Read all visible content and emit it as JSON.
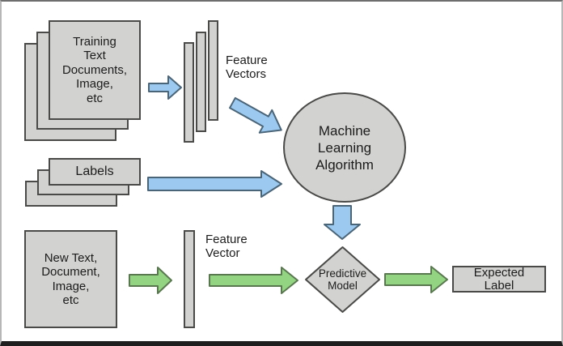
{
  "palette": {
    "background": "#ffffff",
    "shape_fill": "#d2d2d0",
    "shape_border": "#4a4a48",
    "blue_arrow_fill": "#9bc9ef",
    "blue_arrow_border": "#4a6478",
    "green_arrow_fill": "#92d481",
    "green_arrow_border": "#5a7850",
    "text": "#1c1c1c"
  },
  "nodes": {
    "training_documents": {
      "shape": "stacked-rectangles",
      "label": "Training\nText\nDocuments,\nImage,\netc"
    },
    "feature_vectors": {
      "shape": "stacked-bars",
      "label": "Feature\nVectors"
    },
    "machine_learning_algorithm": {
      "shape": "circle",
      "label": "Machine\nLearning\nAlgorithm"
    },
    "labels": {
      "shape": "stacked-rectangles",
      "label": "Labels"
    },
    "new_documents": {
      "shape": "rectangle",
      "label": "New Text,\nDocument,\nImage,\netc"
    },
    "feature_vector": {
      "shape": "bar",
      "label": "Feature\nVector"
    },
    "predictive_model": {
      "shape": "diamond",
      "label": "Predictive\nModel"
    },
    "expected_label": {
      "shape": "rectangle",
      "label": "Expected\nLabel"
    }
  },
  "edges": [
    {
      "from": "training_documents",
      "to": "feature_vectors",
      "color": "blue",
      "direction": "right"
    },
    {
      "from": "feature_vectors",
      "to": "machine_learning_algorithm",
      "color": "blue",
      "direction": "down-right"
    },
    {
      "from": "labels",
      "to": "machine_learning_algorithm",
      "color": "blue",
      "direction": "right"
    },
    {
      "from": "machine_learning_algorithm",
      "to": "predictive_model",
      "color": "blue",
      "direction": "down"
    },
    {
      "from": "new_documents",
      "to": "feature_vector",
      "color": "green",
      "direction": "right"
    },
    {
      "from": "feature_vector",
      "to": "predictive_model",
      "color": "green",
      "direction": "right"
    },
    {
      "from": "predictive_model",
      "to": "expected_label",
      "color": "green",
      "direction": "right"
    }
  ]
}
